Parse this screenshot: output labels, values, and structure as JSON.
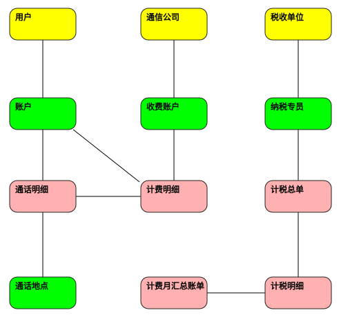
{
  "colors": {
    "yellow": "#ffff00",
    "green": "#00ff00",
    "pink": "#ffb0b0"
  },
  "nodes": [
    {
      "id": "yonghu",
      "label": "用户",
      "color": "yellow"
    },
    {
      "id": "tongxin",
      "label": "通信公司",
      "color": "yellow"
    },
    {
      "id": "shuishou",
      "label": "税收单位",
      "color": "yellow"
    },
    {
      "id": "zhanghu",
      "label": "账户",
      "color": "green"
    },
    {
      "id": "shoufei",
      "label": "收费账户",
      "color": "green"
    },
    {
      "id": "nashui",
      "label": "纳税专员",
      "color": "green"
    },
    {
      "id": "tonghuamingxi",
      "label": "通话明细",
      "color": "pink"
    },
    {
      "id": "jifeimingxi",
      "label": "计费明细",
      "color": "pink"
    },
    {
      "id": "jishuizongdan",
      "label": "计税总单",
      "color": "pink"
    },
    {
      "id": "tonghuadidian",
      "label": "通话地点",
      "color": "green"
    },
    {
      "id": "jifeiyuehui",
      "label": "计费月汇总账单",
      "color": "pink"
    },
    {
      "id": "jishuimingxi",
      "label": "计税明细",
      "color": "pink"
    }
  ],
  "edges": [
    {
      "from": "yonghu",
      "to": "zhanghu"
    },
    {
      "from": "tongxin",
      "to": "shoufei"
    },
    {
      "from": "shuishou",
      "to": "nashui"
    },
    {
      "from": "zhanghu",
      "to": "tonghuamingxi"
    },
    {
      "from": "zhanghu",
      "to": "jifeimingxi"
    },
    {
      "from": "shoufei",
      "to": "jifeimingxi"
    },
    {
      "from": "nashui",
      "to": "jishuizongdan"
    },
    {
      "from": "tonghuamingxi",
      "to": "jifeimingxi"
    },
    {
      "from": "tonghuamingxi",
      "to": "tonghuadidian"
    },
    {
      "from": "jishuizongdan",
      "to": "jishuimingxi"
    },
    {
      "from": "jifeiyuehui",
      "to": "jishuimingxi"
    }
  ]
}
